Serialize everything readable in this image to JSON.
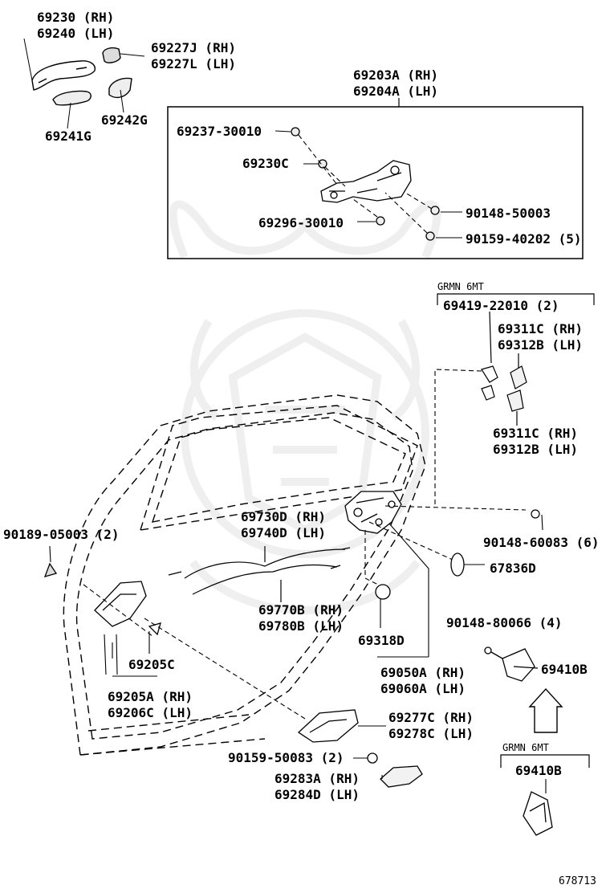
{
  "diagram": {
    "labels": {
      "handle_outer": [
        "69230 (RH)",
        "69240 (LH)"
      ],
      "handle_cap": [
        "69227J (RH)",
        "69227L (LH)"
      ],
      "g_69242": "69242G",
      "g_69241": "69241G",
      "frame_assy": [
        "69203A (RH)",
        "69204A (LH)"
      ],
      "p_69237": "69237-30010",
      "p_69230c": "69230C",
      "p_69296": "69296-30010",
      "p_90148_50003": "90148-50003",
      "p_90159_40202": "90159-40202 (5)",
      "grmn_top": "GRMN 6MT",
      "p_69419": "69419-22010 (2)",
      "cover_upper": [
        "69311C (RH)",
        "69312B (LH)"
      ],
      "cover_lower": [
        "69311C (RH)",
        "69312B (LH)"
      ],
      "p_90189": "90189-05003 (2)",
      "p_90148_60083": "90148-60083 (6)",
      "cable_upper": [
        "69730D (RH)",
        "69740D (LH)"
      ],
      "p_67836d": "67836D",
      "cable_lower": [
        "69770B (RH)",
        "69780B (LH)"
      ],
      "p_69318d": "69318D",
      "p_90148_80066": "90148-80066 (4)",
      "p_69205c": "69205C",
      "lock_rod": [
        "69205A (RH)",
        "69206C (LH)"
      ],
      "lock_assy": [
        "69050A (RH)",
        "69060A (LH)"
      ],
      "p_69410b_top": "69410B",
      "inner_handle": [
        "69277C (RH)",
        "69278C (LH)"
      ],
      "p_90159_50083": "90159-50083 (2)",
      "grmn_bottom": "GRMN 6MT",
      "p_69410b_bottom": "69410B",
      "inner_cover": [
        "69283A (RH)",
        "69284D (LH)"
      ],
      "figure_no": "678713"
    }
  }
}
